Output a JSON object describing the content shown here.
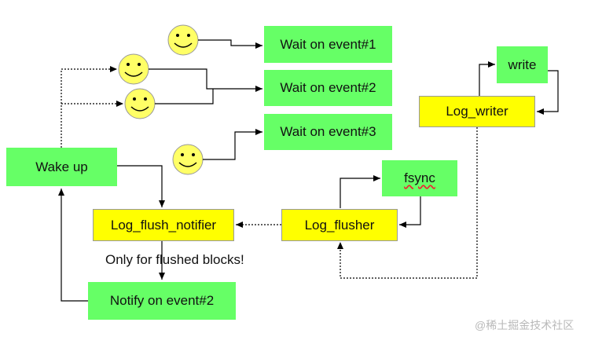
{
  "nodes": {
    "wait1": "Wait on event#1",
    "wait2": "Wait on event#2",
    "wait3": "Wait on event#3",
    "wake_up": "Wake up",
    "log_flush_notifier": "Log_flush_notifier",
    "notify": "Notify on event#2",
    "log_flusher": "Log_flusher",
    "fsync": "fsync",
    "log_writer": "Log_writer",
    "write": "write"
  },
  "annotations": {
    "only_flushed": "Only for flushed blocks!"
  },
  "watermark": "@稀土掘金技术社区",
  "colors": {
    "green_box": "#66ff66",
    "yellow_box": "#ffff00",
    "smiley": "#ffff66",
    "line": "#000000"
  },
  "icons": [
    "smiley-icon",
    "smiley-icon",
    "smiley-icon",
    "smiley-icon",
    "smiley-icon"
  ]
}
